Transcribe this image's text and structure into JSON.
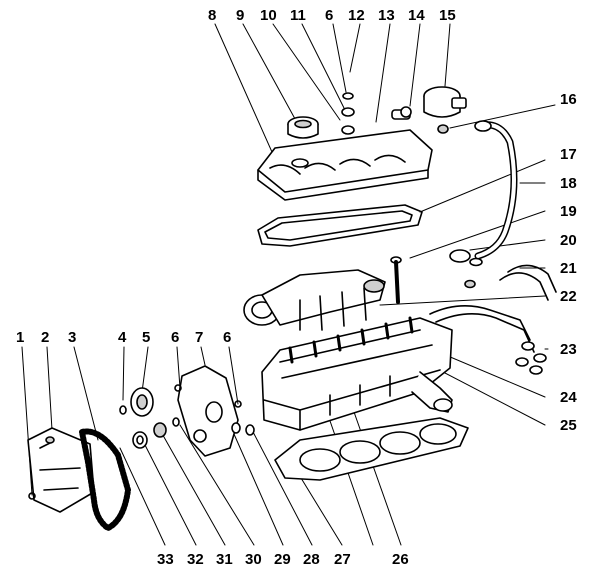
{
  "diagram": {
    "labels": {
      "p1": "1",
      "p2": "2",
      "p3": "3",
      "p4": "4",
      "p5": "5",
      "p6a": "6",
      "p7": "7",
      "p6b": "6",
      "p8": "8",
      "p9": "9",
      "p10": "10",
      "p11": "11",
      "p6c": "6",
      "p12": "12",
      "p13": "13",
      "p14": "14",
      "p15": "15",
      "p16": "16",
      "p17": "17",
      "p18": "18",
      "p19": "19",
      "p20": "20",
      "p21": "21",
      "p22": "22",
      "p23": "23",
      "p24": "24",
      "p25": "25",
      "p26": "26",
      "p27": "27",
      "p28": "28",
      "p29": "29",
      "p30": "30",
      "p31": "31",
      "p32": "32",
      "p33": "33"
    },
    "colors": {
      "ink": "#000000",
      "paper": "#ffffff",
      "shade": "#cfcfcf"
    }
  }
}
